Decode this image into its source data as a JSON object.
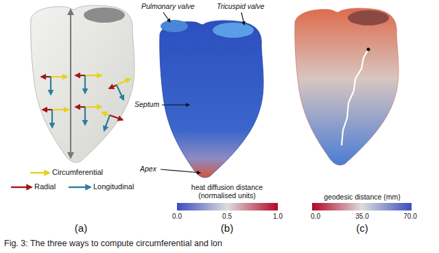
{
  "diagram": {
    "caption": "Fig. 3: The three ways to compute circumferential and lon",
    "labels": [
      "Pulmonary valve",
      "Tricuspid valve",
      "Septum",
      "Apex",
      "heat diffusion distance (normalised units)",
      "0.0",
      "0.5",
      "1.0",
      "geodesic distance (mm)",
      "0.0",
      "35.0",
      "70.0",
      "(a)",
      "(b)",
      "(c)"
    ],
    "legend": [
      {
        "text": "Circumferential"
      },
      {
        "text": "Radial"
      },
      {
        "text": "Longitudinal"
      }
    ]
  }
}
